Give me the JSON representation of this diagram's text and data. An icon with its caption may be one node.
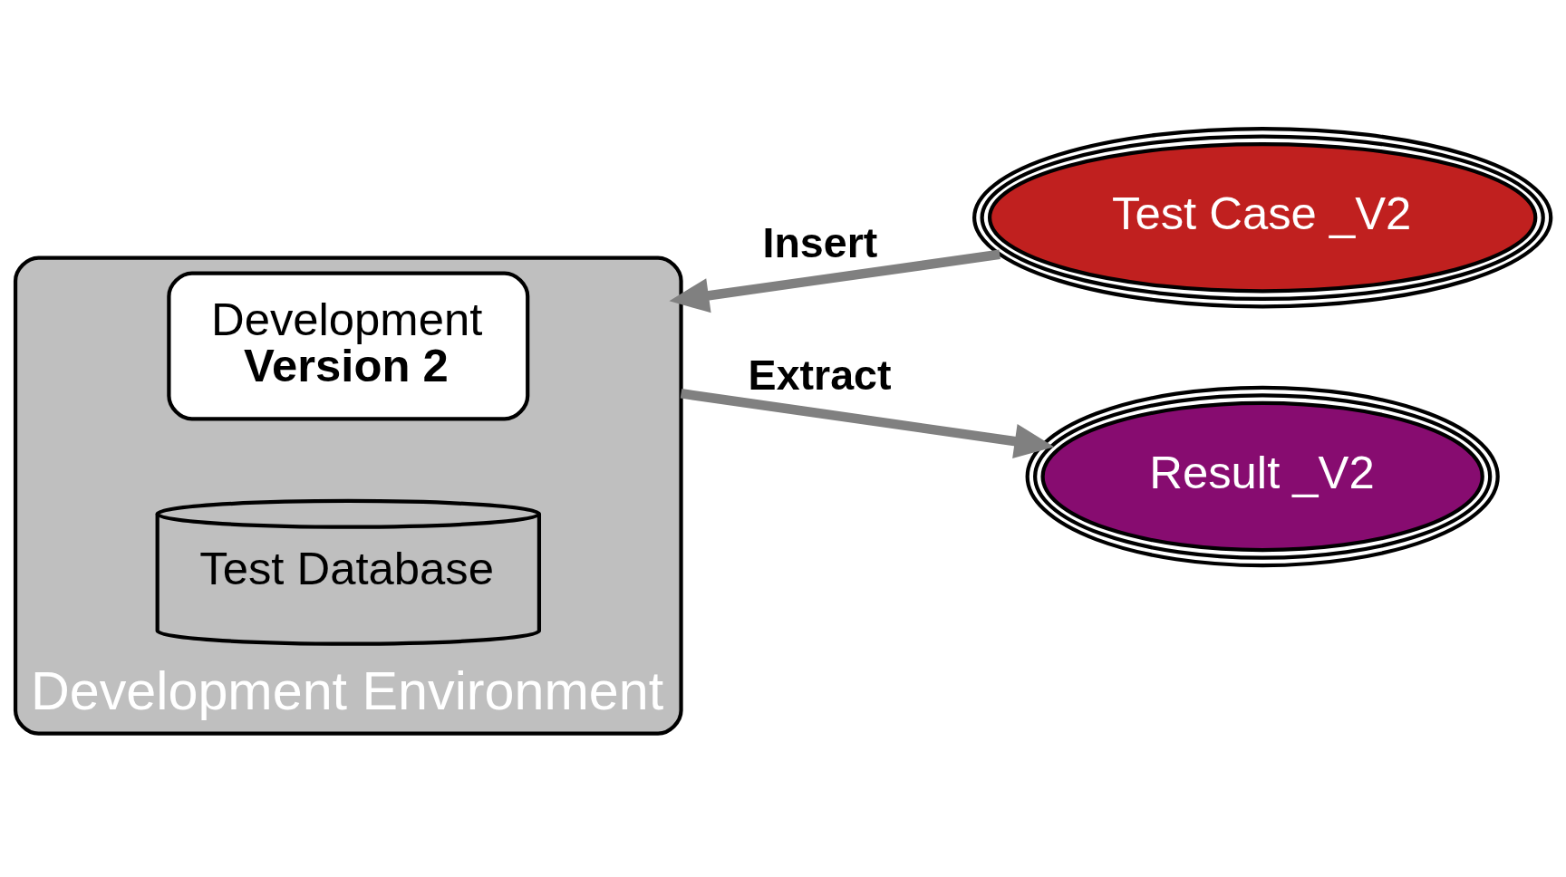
{
  "diagram": {
    "nodes": [
      {
        "text": [
          "Development Environment"
        ]
      },
      {
        "text": [
          "Development",
          "Version 2"
        ],
        "in": 0
      },
      {
        "text": [
          "Test Database"
        ],
        "in": 0
      },
      {
        "text": [
          "Test Case _V2"
        ]
      },
      {
        "text": [
          "Result _V2"
        ]
      }
    ],
    "edges": [
      {
        "from": 3,
        "to": 0,
        "arrow": "to",
        "label": "Insert"
      },
      {
        "from": 0,
        "to": 4,
        "arrow": "to",
        "label": "Extract"
      }
    ]
  }
}
